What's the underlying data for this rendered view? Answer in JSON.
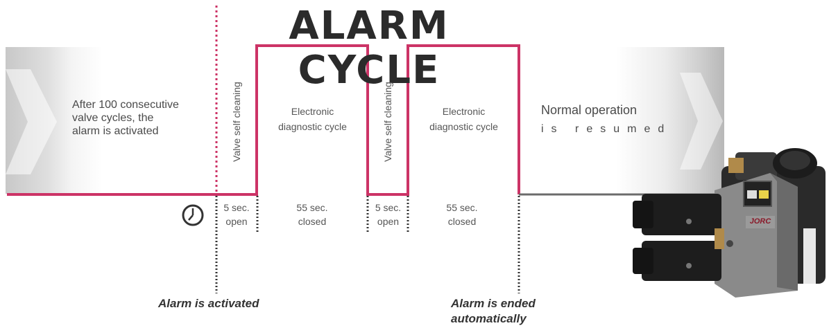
{
  "title": "ALARM CYCLE",
  "intro_lines": [
    "After 100 consecutive",
    "valve cycles, the",
    "alarm is activated"
  ],
  "phases": {
    "self_clean_1": {
      "label": "Valve self cleaning",
      "duration": [
        "5 sec.",
        "open"
      ]
    },
    "diag_1": {
      "label": [
        "Electronic",
        "diagnostic cycle"
      ],
      "duration": [
        "55 sec.",
        "closed"
      ]
    },
    "self_clean_2": {
      "label": "Valve self cleaning",
      "duration": [
        "5 sec.",
        "open"
      ]
    },
    "diag_2": {
      "label": [
        "Electronic",
        "diagnostic cycle"
      ],
      "duration": [
        "55 sec.",
        "closed"
      ]
    }
  },
  "normal": [
    "Normal operation",
    "is resumed"
  ],
  "events": {
    "activated": "Alarm is activated",
    "ended": [
      "Alarm is ended",
      "automatically"
    ]
  },
  "device_label": "JORC",
  "colors": {
    "signal": "#cc3366",
    "text": "#4a4a4a",
    "title": "#2b2b2b"
  },
  "icons": [
    "clock-icon",
    "arrow-right-icon"
  ]
}
